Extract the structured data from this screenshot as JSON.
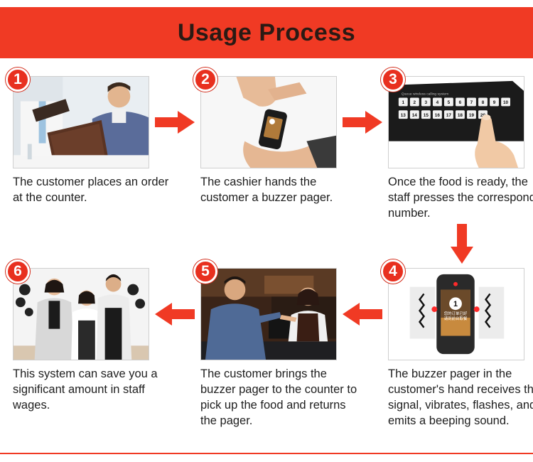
{
  "header": {
    "title": "Usage Process"
  },
  "colors": {
    "accent": "#f03a24",
    "title_text": "#2a1a14"
  },
  "steps": [
    {
      "number": "1",
      "caption": "The customer places an order at the counter."
    },
    {
      "number": "2",
      "caption": "The cashier hands the customer a buzzer pager."
    },
    {
      "number": "3",
      "caption": "Once the food is ready, the staff presses the corresponding number."
    },
    {
      "number": "4",
      "caption": "The buzzer pager in the customer's hand receives the signal, vibrates, flashes, and emits a beeping sound."
    },
    {
      "number": "5",
      "caption": "The customer brings the buzzer pager to the counter to pick up the food and returns the pager."
    },
    {
      "number": "6",
      "caption": "This system can save you a significant amount in staff wages."
    }
  ],
  "keypad": {
    "label": "Queue wireless calling system",
    "keys_row1": [
      "1",
      "2",
      "3",
      "4",
      "5",
      "6",
      "7",
      "8",
      "9",
      "10"
    ],
    "keys_row2": [
      "13",
      "14",
      "15",
      "16",
      "17",
      "18",
      "19",
      "20"
    ]
  },
  "pager_screen": {
    "number": "1",
    "line1": "您的订单已好",
    "line2": "请到前台取餐"
  },
  "icons": {
    "arrow": "right-arrow-icon",
    "badge": "number-badge"
  }
}
